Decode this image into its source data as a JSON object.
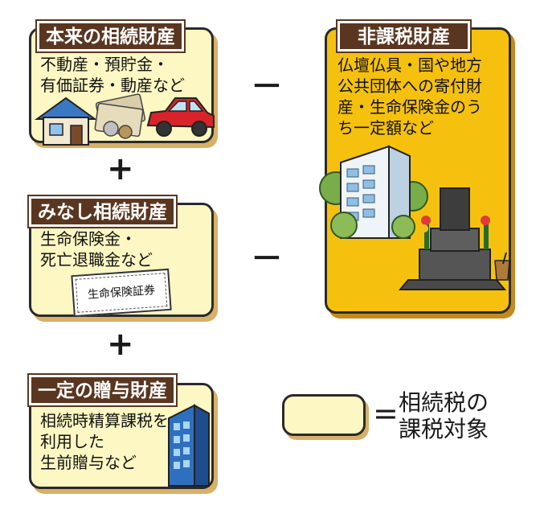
{
  "boxes": [
    {
      "title": "本来の相続財産",
      "lines": [
        "不動産・預貯金・",
        "有価証券・動産など"
      ]
    },
    {
      "title": "みなし相続財産",
      "lines": [
        "生命保険金・",
        "死亡退職金など"
      ],
      "card_label": "生命保険証券"
    },
    {
      "title": "一定の贈与財産",
      "lines": [
        "相続時精算課税を",
        "利用した",
        "生前贈与など"
      ]
    }
  ],
  "non_taxable": {
    "title": "非課税財産",
    "lines": [
      "仏壇仏具・国や地方",
      "公共団体への寄付財",
      "産・生命保険金のう",
      "ち一定額など"
    ]
  },
  "operators": {
    "plus": "+",
    "minus": "－"
  },
  "legend": {
    "equals": "=",
    "lines": [
      "相続税の",
      "課税対象"
    ]
  },
  "colors": {
    "box_fill": "#fdf7c3",
    "ribbon": "#5a3620",
    "non_taxable_fill": "#f5c10e",
    "shadow": "#d8b068"
  },
  "icons": [
    "house-icon",
    "money-icon",
    "car-icon",
    "insurance-card-icon",
    "office-building-icon",
    "grave-icon",
    "tall-building-icon"
  ]
}
